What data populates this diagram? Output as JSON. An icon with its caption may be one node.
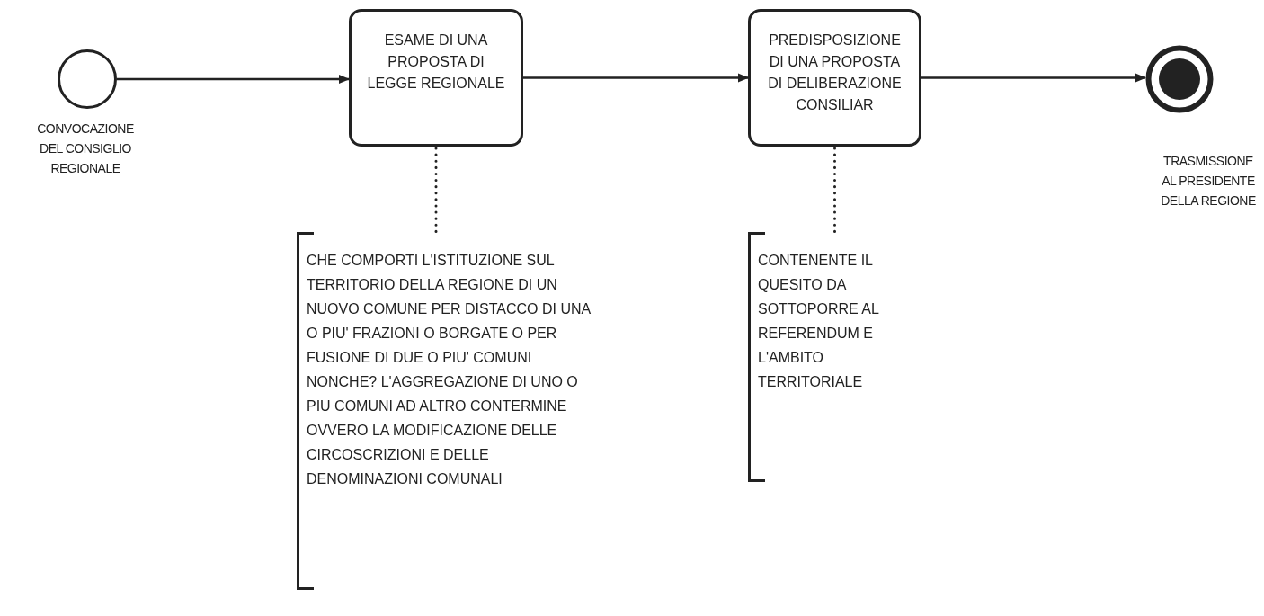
{
  "diagram": {
    "nodes": [
      {
        "text": [],
        "shape": "circle",
        "beside": [
          "CONVOCAZIONE DEL CONSIGLIO REGIONALE"
        ]
      },
      {
        "text": [
          "ESAME DI UNA PROPOSTA DI LEGGE REGIONALE"
        ]
      },
      {
        "text": [
          "PREDISPOSIZIONE DI UNA PROPOSTA DI DELIBERAZIONE CONSILIAR"
        ]
      },
      {
        "text": [],
        "shape": "bullseye",
        "beside": [
          "TRASMISSIONE AL PRESIDENTE DELLA REGIONE"
        ]
      },
      {
        "text": [
          "CHE COMPORTI L'ISTITUZIONE SUL TERRITORIO DELLA REGIONE DI UN NUOVO COMUNE PER DISTACCO DI UNA O PIU' FRAZIONI O BORGATE O PER FUSIONE DI DUE O PIU' COMUNI NONCHE? L'AGGREGAZIONE DI UNO O PIU COMUNI AD ALTRO CONTERMINE OVVERO LA MODIFICAZIONE DELLE CIRCOSCRIZIONI E DELLE DENOMINAZIONI COMUNALI"
        ]
      },
      {
        "text": [
          "CONTENENTE IL QUESITO DA SOTTOPORRE AL REFERENDUM E L'AMBITO TERRITORIALE"
        ]
      }
    ],
    "edges": [
      {
        "from": 0,
        "to": 1,
        "arrow": "to"
      },
      {
        "from": 1,
        "to": 2,
        "arrow": "to"
      },
      {
        "from": 2,
        "to": 3,
        "arrow": "to"
      },
      {
        "from": 1,
        "to": 4,
        "arrow": "none",
        "style": "dashed"
      },
      {
        "from": 2,
        "to": 5,
        "arrow": "none",
        "style": "dashed"
      }
    ]
  }
}
